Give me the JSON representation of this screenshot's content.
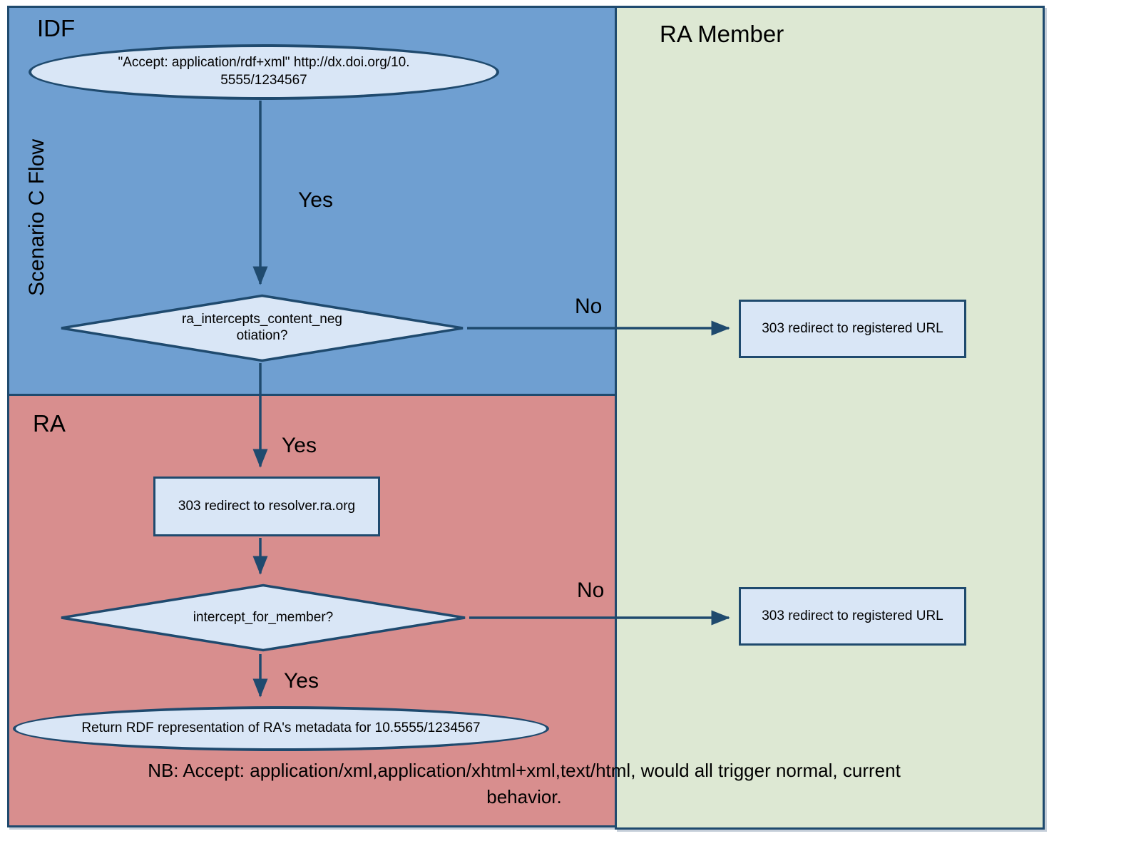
{
  "diagram": {
    "title": "Scenario C Flow",
    "lanes": {
      "idf": "IDF",
      "ra": "RA",
      "ra_member": "RA Member"
    },
    "nodes": {
      "start": {
        "type": "terminator",
        "lines": [
          "\"Accept: application/rdf+xml\" http://dx.doi.org/10.",
          "5555/1234567"
        ]
      },
      "decision_content_negotiation": {
        "type": "decision",
        "lines": [
          "ra_intercepts_content_neg",
          "otiation?"
        ]
      },
      "redirect_registered_top": {
        "type": "process",
        "text": "303 redirect to registered URL"
      },
      "redirect_resolver": {
        "type": "process",
        "text": "303 redirect to resolver.ra.org"
      },
      "decision_intercept_member": {
        "type": "decision",
        "text": "intercept_for_member?"
      },
      "redirect_registered_bottom": {
        "type": "process",
        "text": "303 redirect to registered URL"
      },
      "return_rdf": {
        "type": "terminator",
        "text": "Return RDF representation of RA's metadata for 10.5555/1234567"
      }
    },
    "edge_labels": {
      "yes1": "Yes",
      "no1": "No",
      "yes2": "Yes",
      "no2": "No",
      "yes3": "Yes"
    },
    "note_lines": [
      "NB: Accept: application/xml,application/xhtml+xml,text/html, would all trigger normal, current",
      "behavior."
    ],
    "colors": {
      "idf_fill": "#6f9fd1",
      "ra_fill": "#d88e8e",
      "ra_member_fill": "#dde8d3",
      "node_fill": "#d9e6f6",
      "line": "#1f4a6e",
      "text": "#000000"
    }
  }
}
